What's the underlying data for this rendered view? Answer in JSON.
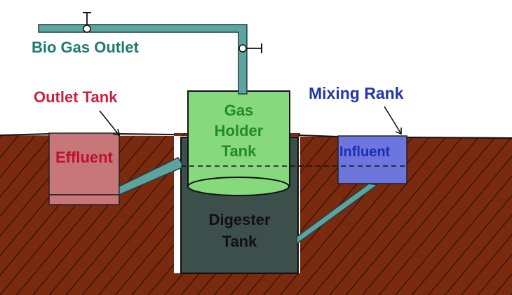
{
  "labels": {
    "bio_gas_outlet": "Bio Gas Outlet",
    "outlet_tank": "Outlet Tank",
    "mixing_rank": "Mixing Rank",
    "effluent": "Effluent",
    "influent": "Influent",
    "gas_holder": [
      "Gas",
      "Holder",
      "Tank"
    ],
    "digester": [
      "Digester",
      "Tank"
    ]
  },
  "colors": {
    "soil": "#7a2a0e",
    "soil_hatch": "#2a0d04",
    "pipe": "#5fa3a0",
    "pipe_edge": "#1f3f3e",
    "outlet_tank": "#c77679",
    "gas_holder": "#86d97c",
    "digester": "#3d4f4b",
    "mixing_tank": "#6d76dc",
    "bio_gas_outlet_text": "#1f7a6e",
    "outlet_tank_text": "#cf1f3f",
    "mixing_rank_text": "#2236a8",
    "effluent_text": "#c0102c",
    "influent_text": "#1a2fb5",
    "gas_holder_text": "#238a2c",
    "digester_text": "#111111"
  },
  "icons": [
    "valve-icon",
    "arrow-icon"
  ]
}
